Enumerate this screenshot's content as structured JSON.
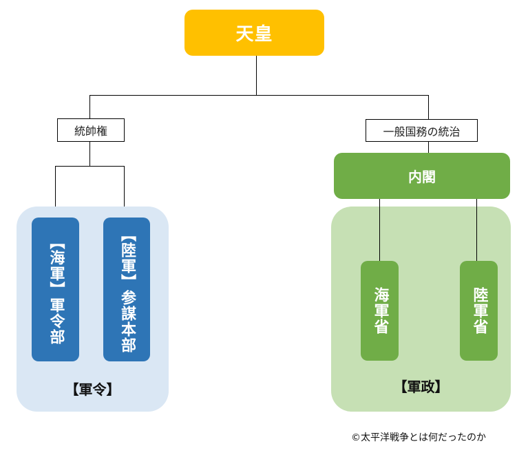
{
  "diagram": {
    "root": {
      "label": "天皇",
      "color": "#ffc000"
    },
    "branches": [
      {
        "label": "統帥権",
        "group_title": "【軍令】",
        "group_color": "#dae7f4",
        "units": [
          {
            "label": "【海軍】軍令部",
            "color": "#2e75b6"
          },
          {
            "label": "【陸軍】参謀本部",
            "color": "#2e75b6"
          }
        ]
      },
      {
        "label": "一般国務の統治",
        "intermediate": {
          "label": "内閣",
          "color": "#70ad47"
        },
        "group_title": "【軍政】",
        "group_color": "#c6e0b4",
        "units": [
          {
            "label": "海軍省",
            "color": "#70ad47"
          },
          {
            "label": "陸軍省",
            "color": "#70ad47"
          }
        ]
      }
    ]
  },
  "copyright": "©太平洋戦争とは何だったのか"
}
